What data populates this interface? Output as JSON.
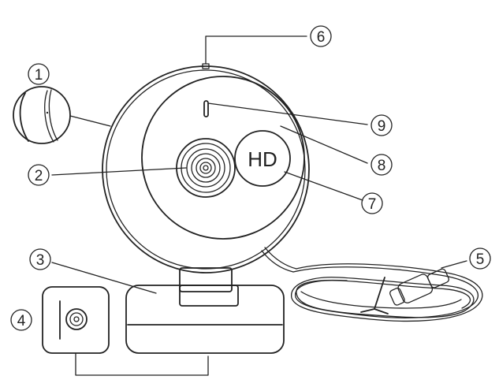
{
  "diagram": {
    "hd_badge": "HD",
    "callouts": [
      {
        "id": "1",
        "label": "1"
      },
      {
        "id": "2",
        "label": "2"
      },
      {
        "id": "3",
        "label": "3"
      },
      {
        "id": "4",
        "label": "4"
      },
      {
        "id": "5",
        "label": "5"
      },
      {
        "id": "6",
        "label": "6"
      },
      {
        "id": "7",
        "label": "7"
      },
      {
        "id": "8",
        "label": "8"
      },
      {
        "id": "9",
        "label": "9"
      }
    ]
  }
}
